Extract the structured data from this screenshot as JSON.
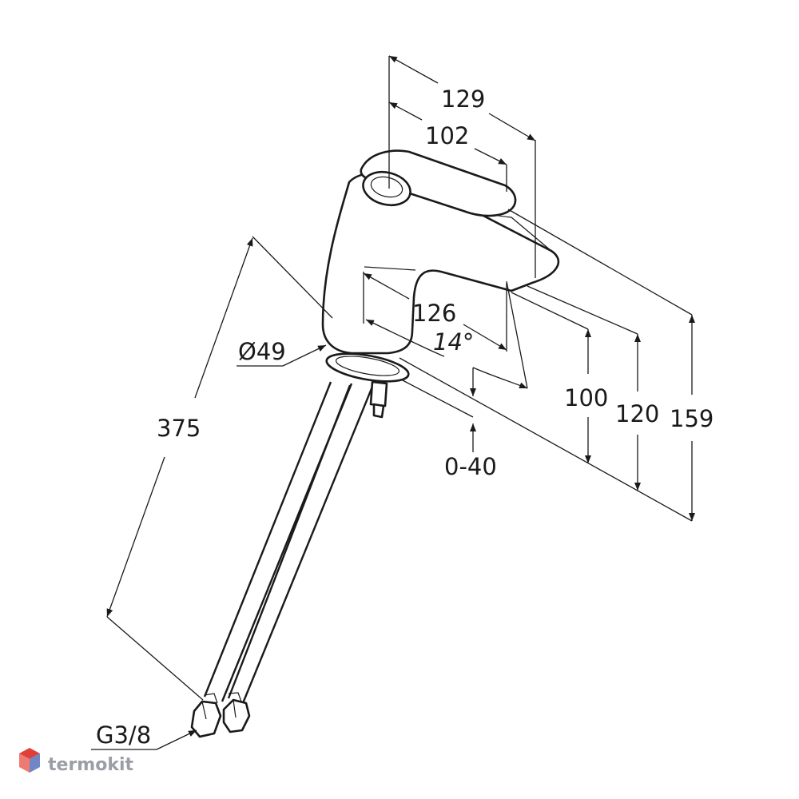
{
  "dimensions": {
    "handle_total_length": "129",
    "handle_length": "102",
    "spout_reach": "126",
    "handle_angle": "14°",
    "body_diameter": "Ø49",
    "hose_length": "375",
    "deck_thickness": "0-40",
    "spout_height": "100",
    "handle_height": "120",
    "overall_height": "159",
    "thread": "G3/8"
  },
  "watermark": {
    "text": "termokit",
    "text_color": "#9a9ea6",
    "icon_colors": [
      "#e0403a",
      "#ef7a72",
      "#6f86c7"
    ]
  }
}
